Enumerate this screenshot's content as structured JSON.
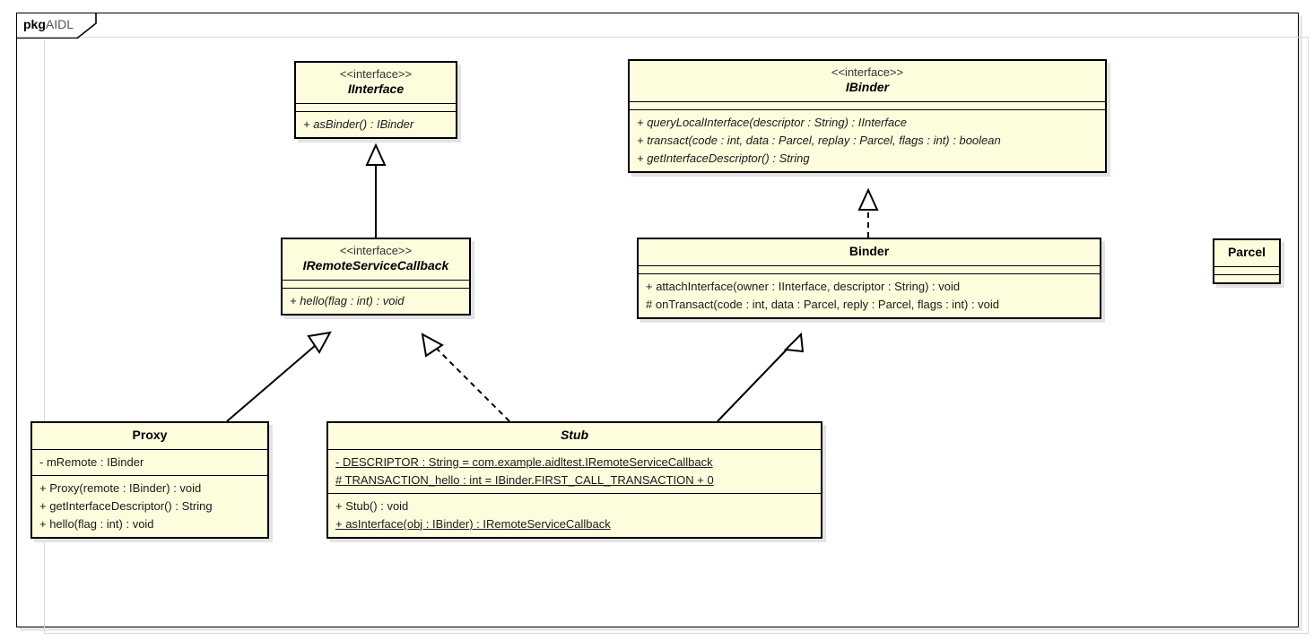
{
  "diagram": {
    "type": "uml-class-diagram",
    "package": {
      "keyword": "pkg",
      "name": "AIDL"
    },
    "classes": [
      {
        "id": "iinterface",
        "stereotype": "<<interface>>",
        "name": "IInterface",
        "abstract": true,
        "attributes": [],
        "operations": [
          {
            "text": "+ asBinder() : IBinder",
            "italic": true,
            "static": false
          }
        ]
      },
      {
        "id": "ibinder",
        "stereotype": "<<interface>>",
        "name": "IBinder",
        "abstract": true,
        "attributes": [],
        "operations": [
          {
            "text": "+ queryLocalInterface(descriptor : String) : IInterface",
            "italic": true,
            "static": false
          },
          {
            "text": "+ transact(code : int, data : Parcel, replay : Parcel, flags : int) : boolean",
            "italic": true,
            "static": false
          },
          {
            "text": "+ getInterfaceDescriptor() : String",
            "italic": true,
            "static": false
          }
        ]
      },
      {
        "id": "iremoteservicecallback",
        "stereotype": "<<interface>>",
        "name": "IRemoteServiceCallback",
        "abstract": true,
        "attributes": [],
        "operations": [
          {
            "text": "+ hello(flag : int) : void",
            "italic": true,
            "static": false
          }
        ]
      },
      {
        "id": "binder",
        "stereotype": "",
        "name": "Binder",
        "abstract": false,
        "attributes": [],
        "operations": [
          {
            "text": "+ attachInterface(owner : IInterface, descriptor : String) : void",
            "italic": false,
            "static": false
          },
          {
            "text": "# onTransact(code : int, data : Parcel, reply : Parcel, flags : int) : void",
            "italic": false,
            "static": false
          }
        ]
      },
      {
        "id": "parcel",
        "stereotype": "",
        "name": "Parcel",
        "abstract": false,
        "attributes": [],
        "operations": []
      },
      {
        "id": "proxy",
        "stereotype": "",
        "name": "Proxy",
        "abstract": false,
        "attributes": [
          {
            "text": "- mRemote : IBinder",
            "italic": false,
            "static": false
          }
        ],
        "operations": [
          {
            "text": "+ Proxy(remote : IBinder) : void",
            "italic": false,
            "static": false
          },
          {
            "text": "+ getInterfaceDescriptor() : String",
            "italic": false,
            "static": false
          },
          {
            "text": "+ hello(flag : int) : void",
            "italic": false,
            "static": false
          }
        ]
      },
      {
        "id": "stub",
        "stereotype": "",
        "name": "Stub",
        "abstract": true,
        "attributes": [
          {
            "text": "- DESCRIPTOR : String = com.example.aidltest.IRemoteServiceCallback",
            "italic": false,
            "static": true
          },
          {
            "text": "# TRANSACTION_hello : int = IBinder.FIRST_CALL_TRANSACTION + 0",
            "italic": false,
            "static": true
          }
        ],
        "operations": [
          {
            "text": "+ Stub() : void",
            "italic": false,
            "static": false
          },
          {
            "text": "+ asInterface(obj : IBinder) : IRemoteServiceCallback",
            "italic": false,
            "static": true
          }
        ]
      }
    ],
    "relations": [
      {
        "from": "iremoteservicecallback",
        "to": "iinterface",
        "kind": "generalization",
        "style": "solid"
      },
      {
        "from": "binder",
        "to": "ibinder",
        "kind": "realization",
        "style": "dashed"
      },
      {
        "from": "proxy",
        "to": "iremoteservicecallback",
        "kind": "generalization",
        "style": "solid"
      },
      {
        "from": "stub",
        "to": "iremoteservicecallback",
        "kind": "realization",
        "style": "dashed"
      },
      {
        "from": "stub",
        "to": "binder",
        "kind": "generalization",
        "style": "solid"
      }
    ],
    "colors": {
      "class_fill": "#fdfdde",
      "class_border": "#000000",
      "shadow": "#e3e3e3",
      "background": "#ffffff",
      "line": "#000000"
    }
  }
}
